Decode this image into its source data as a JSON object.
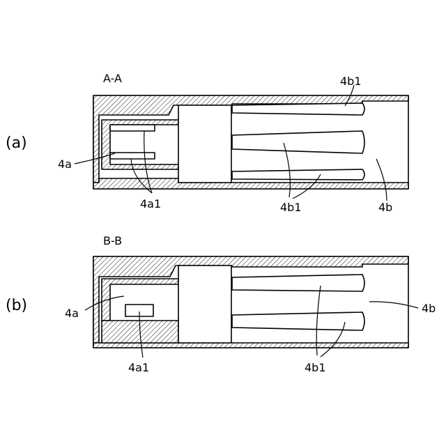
{
  "figure_a": {
    "panel_label": "(a)",
    "section_label": "A-A",
    "labels": {
      "part_4a": "4a",
      "part_4a1": "4a1",
      "part_4b": "4b",
      "part_4b1_top": "4b1",
      "part_4b1_bottom": "4b1"
    }
  },
  "figure_b": {
    "panel_label": "(b)",
    "section_label": "B-B",
    "labels": {
      "part_4a": "4a",
      "part_4a1": "4a1",
      "part_4b": "4b",
      "part_4b1": "4b1"
    }
  }
}
